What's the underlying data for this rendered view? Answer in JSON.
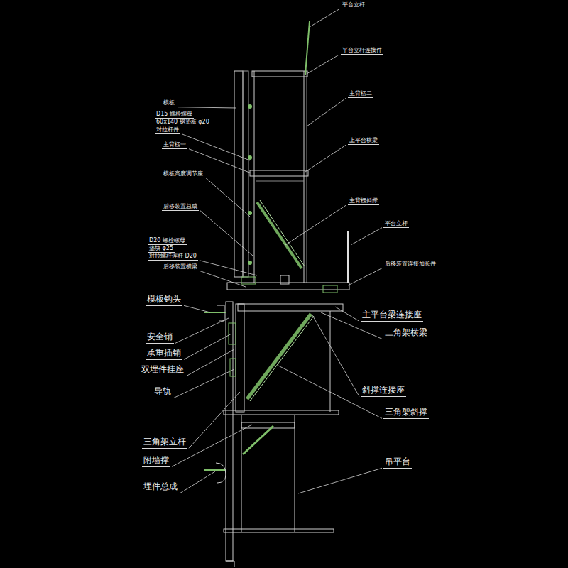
{
  "diagram": {
    "labels": [
      "平台立杆",
      "平台立杆连接件",
      "主背楞二",
      "上平台横梁",
      "主背楞斜撑",
      "平台立杆",
      "后移装置连接加长件",
      "模板",
      "D15 螺栓螺母",
      "60x140 钢垫板 φ20",
      "对拉杆件",
      "主背楞一",
      "模板高度调节座",
      "后移装置总成",
      "D20 螺栓螺母",
      "垫块 φ25",
      "对拉螺杆连杆 D20",
      "后移装置横梁",
      "模板钩头",
      "安全销",
      "承重插销",
      "双埋件挂座",
      "导轨",
      "三角架立杆",
      "附墙撑",
      "埋件总成",
      "主平台梁连接座",
      "三角架横梁",
      "斜撑连接座",
      "三角架斜撑",
      "吊平台"
    ]
  }
}
